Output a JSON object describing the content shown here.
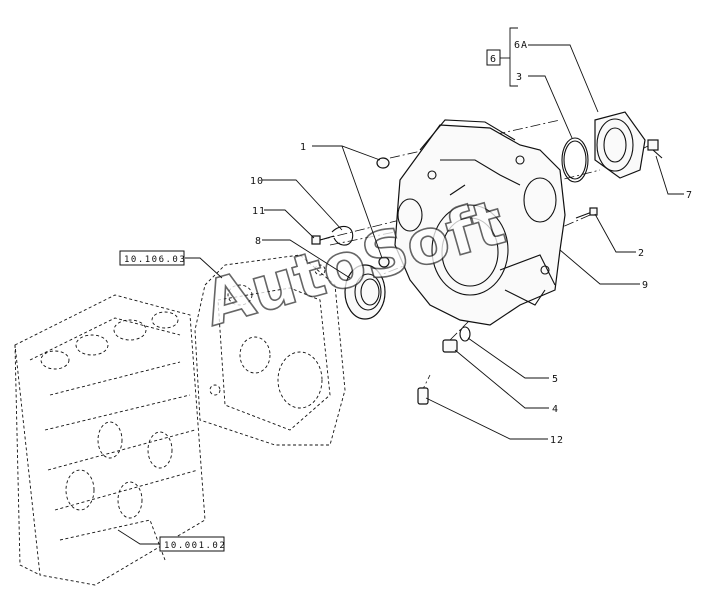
{
  "callouts": {
    "c1": "1",
    "c10": "10",
    "c11": "11",
    "c8": "8",
    "c6a": "6A",
    "c3": "3",
    "c6box": "6",
    "c7": "7",
    "c2": "2",
    "c9": "9",
    "c5": "5",
    "c4": "4",
    "c12": "12"
  },
  "references": {
    "upper": "10.106.03",
    "lower": "10.001.02"
  },
  "watermark": "AutoSoft"
}
